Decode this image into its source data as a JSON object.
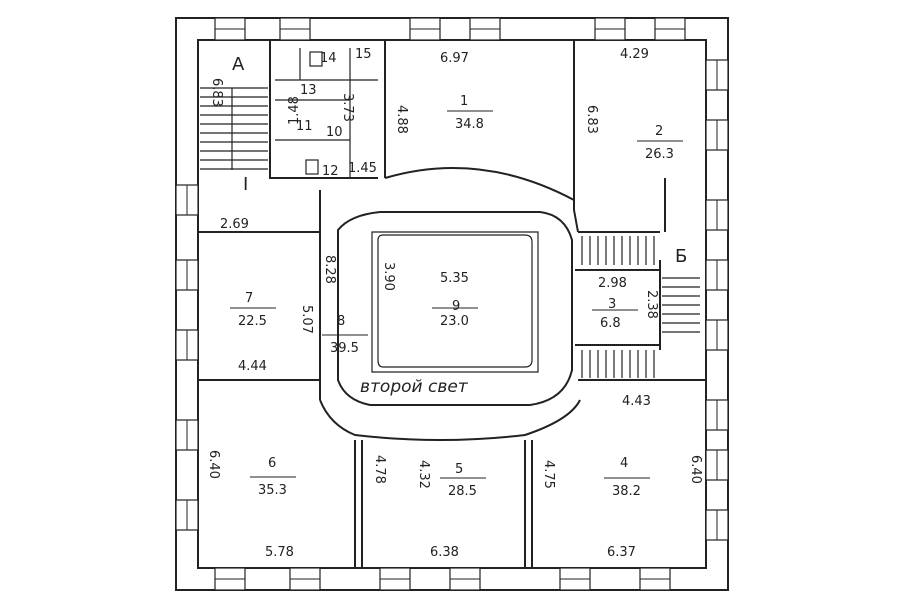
{
  "plan": {
    "stairs": {
      "a_label": "А",
      "b_label": "Б",
      "landing_label": "I",
      "a_dim": "6.83"
    },
    "rooms": [
      {
        "num": "1",
        "area": "34.8",
        "width": "6.97",
        "depth": "4.88"
      },
      {
        "num": "2",
        "area": "26.3",
        "width": "4.29",
        "depth": "6.83"
      },
      {
        "num": "3",
        "area": "6.8",
        "width": "2.98",
        "depth": "2.38"
      },
      {
        "num": "4",
        "area": "38.2",
        "width": "6.37",
        "depth": "6.40",
        "top": "4.43"
      },
      {
        "num": "5",
        "area": "28.5",
        "width": "6.38",
        "depth": "4.32",
        "left": "4.78",
        "right": "4.75"
      },
      {
        "num": "6",
        "area": "35.3",
        "width": "5.78",
        "depth": "6.40"
      },
      {
        "num": "7",
        "area": "22.5",
        "width": "4.44",
        "depth": "5.07",
        "top": "2.69"
      },
      {
        "num": "8",
        "area": "39.5",
        "depth": "8.28"
      },
      {
        "num": "9",
        "area": "23.0",
        "width": "5.35",
        "depth": "3.90"
      }
    ],
    "wc": {
      "r10": "10",
      "r11": "11",
      "r12": "12",
      "r13": "13",
      "r14": "14",
      "r15": "15",
      "d1": "1.48",
      "d2": "3.73",
      "d3": "1.45"
    },
    "void_label": "второй свет"
  }
}
